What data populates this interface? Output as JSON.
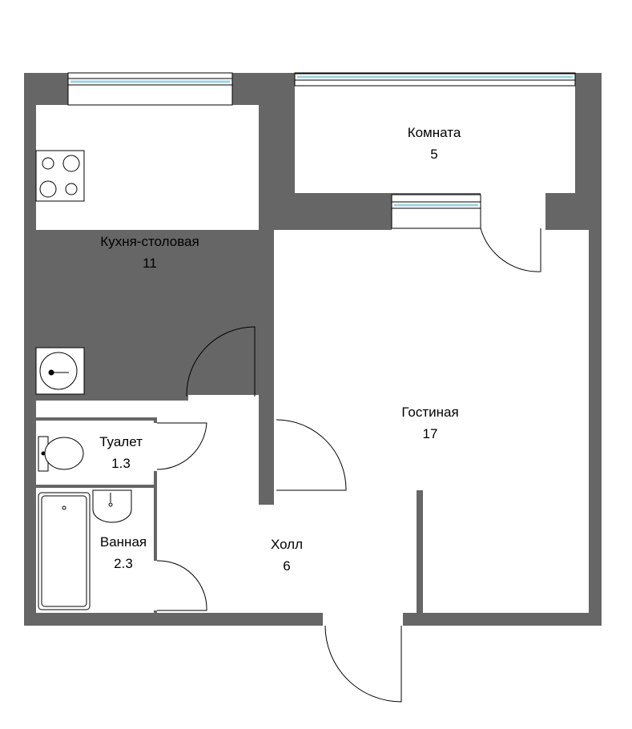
{
  "colors": {
    "wall": "#666666",
    "window": "#9fd3e0",
    "line": "#000000",
    "background": "#ffffff"
  },
  "rooms": {
    "komnata": {
      "name": "Комната",
      "area": "5"
    },
    "kitchen": {
      "name": "Кухня-столовая",
      "area": "11"
    },
    "living": {
      "name": "Гостиная",
      "area": "17"
    },
    "toilet": {
      "name": "Туалет",
      "area": "1.3"
    },
    "bathroom": {
      "name": "Ванная",
      "area": "2.3"
    },
    "hall": {
      "name": "Холл",
      "area": "6"
    }
  }
}
